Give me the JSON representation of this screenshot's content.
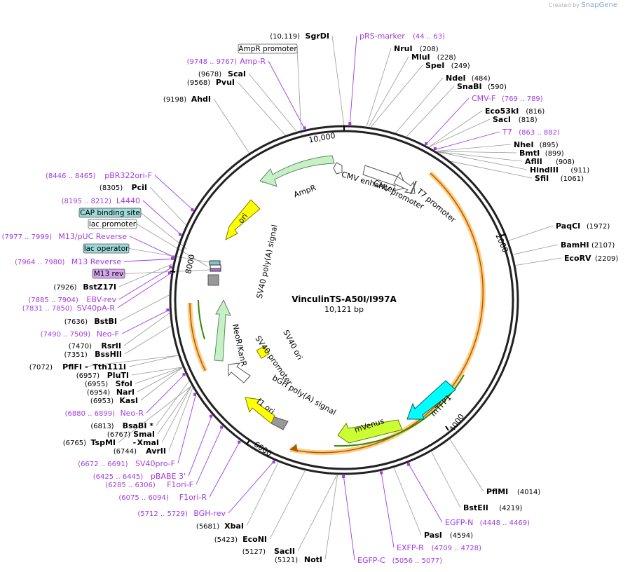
{
  "watermark": {
    "prefix": "Created by",
    "brand": "SnapGene"
  },
  "plasmid": {
    "name": "VinculinTS-A50I/I997A",
    "length": "10,121 bp",
    "length_bp": 10121
  },
  "colors": {
    "primer": "#a23be0",
    "site": "#000000",
    "ampR": "#c8f0c8",
    "ori": "#ffff00",
    "mtfp1": "#00ffff",
    "mvenus": "#ccff33",
    "neo": "#c8f0c8",
    "halo": "#ffcc80"
  },
  "sites": [
    {
      "name": "SgrDI",
      "coord": "(10,119)",
      "bp": 10119
    },
    {
      "name": "NruI",
      "coord": "(208)",
      "bp": 208
    },
    {
      "name": "MluI",
      "coord": "(228)",
      "bp": 228
    },
    {
      "name": "SpeI",
      "coord": "(249)",
      "bp": 249
    },
    {
      "name": "NdeI",
      "coord": "(484)",
      "bp": 484
    },
    {
      "name": "SnaBI",
      "coord": "(590)",
      "bp": 590
    },
    {
      "name": "Eco53kI",
      "coord": "(816)",
      "bp": 816
    },
    {
      "name": "SacI",
      "coord": "(818)",
      "bp": 818
    },
    {
      "name": "NheI",
      "coord": "(895)",
      "bp": 895
    },
    {
      "name": "BmtI",
      "coord": "(899)",
      "bp": 899
    },
    {
      "name": "AflII",
      "coord": "(908)",
      "bp": 908
    },
    {
      "name": "HindIII",
      "coord": "(911)",
      "bp": 911
    },
    {
      "name": "SfiI",
      "coord": "(1061)",
      "bp": 1061
    },
    {
      "name": "PaqCI",
      "coord": "(1972)",
      "bp": 1972
    },
    {
      "name": "BamHI",
      "coord": "(2107)",
      "bp": 2107
    },
    {
      "name": "EcoRV",
      "coord": "(2209)",
      "bp": 2209
    },
    {
      "name": "PflMI",
      "coord": "(4014)",
      "bp": 4014
    },
    {
      "name": "BstEII",
      "coord": "(4219)",
      "bp": 4219
    },
    {
      "name": "PasI",
      "coord": "(4594)",
      "bp": 4594
    },
    {
      "name": "NotI",
      "coord": "(5121)",
      "bp": 5121
    },
    {
      "name": "SacII",
      "coord": "(5127)",
      "bp": 5127
    },
    {
      "name": "EcoNI",
      "coord": "(5423)",
      "bp": 5423
    },
    {
      "name": "XbaI",
      "coord": "(5681)",
      "bp": 5681
    },
    {
      "name": "AvrII",
      "coord": "(6744)",
      "bp": 6744
    },
    {
      "name": "TspMI",
      "coord": "(6765)",
      "bp": 6765
    },
    {
      "name": "XmaI",
      "coord": "",
      "bp": 6765
    },
    {
      "name": "SmaI",
      "coord": "(6767)",
      "bp": 6767
    },
    {
      "name": "BsaBI *",
      "coord": "(6813)",
      "bp": 6813
    },
    {
      "name": "KasI",
      "coord": "(6953)",
      "bp": 6953
    },
    {
      "name": "NarI",
      "coord": "(6954)",
      "bp": 6954
    },
    {
      "name": "SfoI",
      "coord": "(6955)",
      "bp": 6955
    },
    {
      "name": "PluTI",
      "coord": "(6957)",
      "bp": 6957
    },
    {
      "name": "PflFI",
      "coord": "(7072)",
      "bp": 7072
    },
    {
      "name": "Tth111I",
      "coord": "",
      "bp": 7072
    },
    {
      "name": "BssHII",
      "coord": "(7351)",
      "bp": 7351
    },
    {
      "name": "RsrII",
      "coord": "(7470)",
      "bp": 7470
    },
    {
      "name": "BstBI",
      "coord": "(7636)",
      "bp": 7636
    },
    {
      "name": "BstZ17I",
      "coord": "(7926)",
      "bp": 7926
    },
    {
      "name": "PciI",
      "coord": "(8305)",
      "bp": 8305
    },
    {
      "name": "AhdI",
      "coord": "(9198)",
      "bp": 9198
    },
    {
      "name": "PvuI",
      "coord": "(9568)",
      "bp": 9568
    },
    {
      "name": "ScaI",
      "coord": "(9678)",
      "bp": 9678
    }
  ],
  "primers": [
    {
      "name": "pRS-marker",
      "coord": "(44 .. 63)",
      "bp": 53
    },
    {
      "name": "Amp-R",
      "coord": "(9748 .. 9767)",
      "bp": 9757
    },
    {
      "name": "CMV-F",
      "coord": "(769 .. 789)",
      "bp": 779
    },
    {
      "name": "T7",
      "coord": "(863 .. 882)",
      "bp": 872
    },
    {
      "name": "pBR322ori-F",
      "coord": "(8446 .. 8465)",
      "bp": 8455
    },
    {
      "name": "L4440",
      "coord": "(8195 .. 8212)",
      "bp": 8203
    },
    {
      "name": "M13/pUC Reverse",
      "coord": "(7977 .. 7999)",
      "bp": 7988
    },
    {
      "name": "M13 Reverse",
      "coord": "(7964 .. 7980)",
      "bp": 7972
    },
    {
      "name": "EBV-rev",
      "coord": "(7885 .. 7904)",
      "bp": 7894
    },
    {
      "name": "SV40pA-R",
      "coord": "(7831 .. 7850)",
      "bp": 7840
    },
    {
      "name": "Neo-F",
      "coord": "(7490 .. 7509)",
      "bp": 7500
    },
    {
      "name": "Neo-R",
      "coord": "(6880 .. 6899)",
      "bp": 6890
    },
    {
      "name": "SV40pro-F",
      "coord": "(6672 .. 6691)",
      "bp": 6682
    },
    {
      "name": "pBABE 3'",
      "coord": "(6425 .. 6445)",
      "bp": 6435
    },
    {
      "name": "F1ori-F",
      "coord": "(6285 .. 6306)",
      "bp": 6295
    },
    {
      "name": "F1ori-R",
      "coord": "(6075 .. 6094)",
      "bp": 6085
    },
    {
      "name": "BGH-rev",
      "coord": "(5712 .. 5729)",
      "bp": 5720
    },
    {
      "name": "EGFP-N",
      "coord": "(4448 .. 4469)",
      "bp": 4458
    },
    {
      "name": "EXFP-R",
      "coord": "(4709 .. 4728)",
      "bp": 4718
    },
    {
      "name": "EGFP-C",
      "coord": "(5056 .. 5077)",
      "bp": 5066
    }
  ],
  "boxed_labels": [
    {
      "name": "AmpR promoter",
      "style": "white"
    },
    {
      "name": "CAP binding site",
      "style": "teal"
    },
    {
      "name": "lac promoter",
      "style": "white"
    },
    {
      "name": "lac operator",
      "style": "teal"
    },
    {
      "name": "M13 rev",
      "style": "purple"
    }
  ],
  "features": [
    {
      "name": "AmpR",
      "type": "arrow",
      "color": "ampR"
    },
    {
      "name": "ori",
      "type": "arrow",
      "color": "ori"
    },
    {
      "name": "CMV enhancer",
      "type": "arrow",
      "color": "white"
    },
    {
      "name": "CMV promoter",
      "type": "arrow",
      "color": "white"
    },
    {
      "name": "T7 promoter",
      "type": "arrow",
      "color": "white"
    },
    {
      "name": "mTFP1",
      "type": "arrow",
      "color": "mtfp1"
    },
    {
      "name": "mVenus",
      "type": "arrow",
      "color": "mvenus"
    },
    {
      "name": "bGH poly(A) signal",
      "type": "box",
      "color": "grey"
    },
    {
      "name": "f1 ori",
      "type": "arrow",
      "color": "ori"
    },
    {
      "name": "SV40 promoter",
      "type": "arrow",
      "color": "white"
    },
    {
      "name": "NeoR/KanR",
      "type": "arrow",
      "color": "neo"
    },
    {
      "name": "SV40 poly(A) signal",
      "type": "box",
      "color": "grey"
    },
    {
      "name": "SV40 ori",
      "type": "box",
      "color": "ori"
    }
  ],
  "ticks": [
    "2000",
    "4000",
    "6000",
    "8000",
    "10,000"
  ]
}
